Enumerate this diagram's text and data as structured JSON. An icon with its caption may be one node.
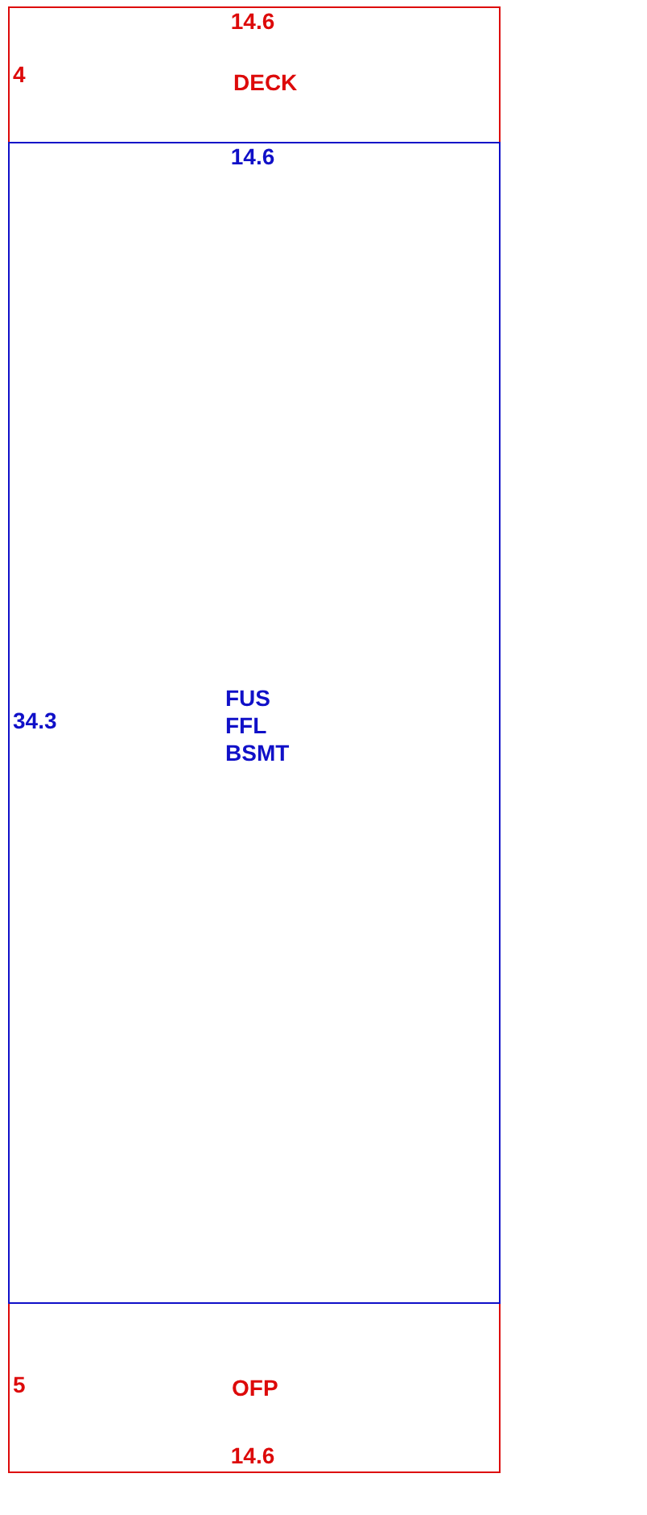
{
  "diagram": {
    "nodes": [
      {
        "text": [
          "DECK"
        ]
      },
      {
        "text": [
          "FUS",
          "FFL",
          "BSMT"
        ]
      },
      {
        "text": [
          "OFP"
        ]
      }
    ],
    "labels": [
      "14.6",
      "4",
      "14.6",
      "34.3",
      "5",
      "14.6"
    ]
  }
}
